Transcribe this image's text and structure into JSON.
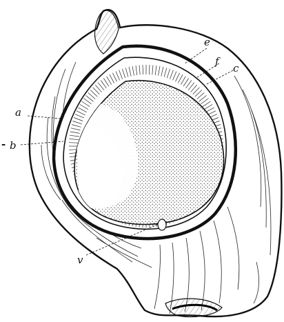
{
  "labels": {
    "a": "a",
    "b": "b",
    "b_prefix": "-",
    "v": "v",
    "fb": "f",
    "c": "c",
    "e": "e"
  },
  "colors": {
    "ink": "#111111",
    "paper": "#ffffff",
    "stipple": "#222222"
  }
}
